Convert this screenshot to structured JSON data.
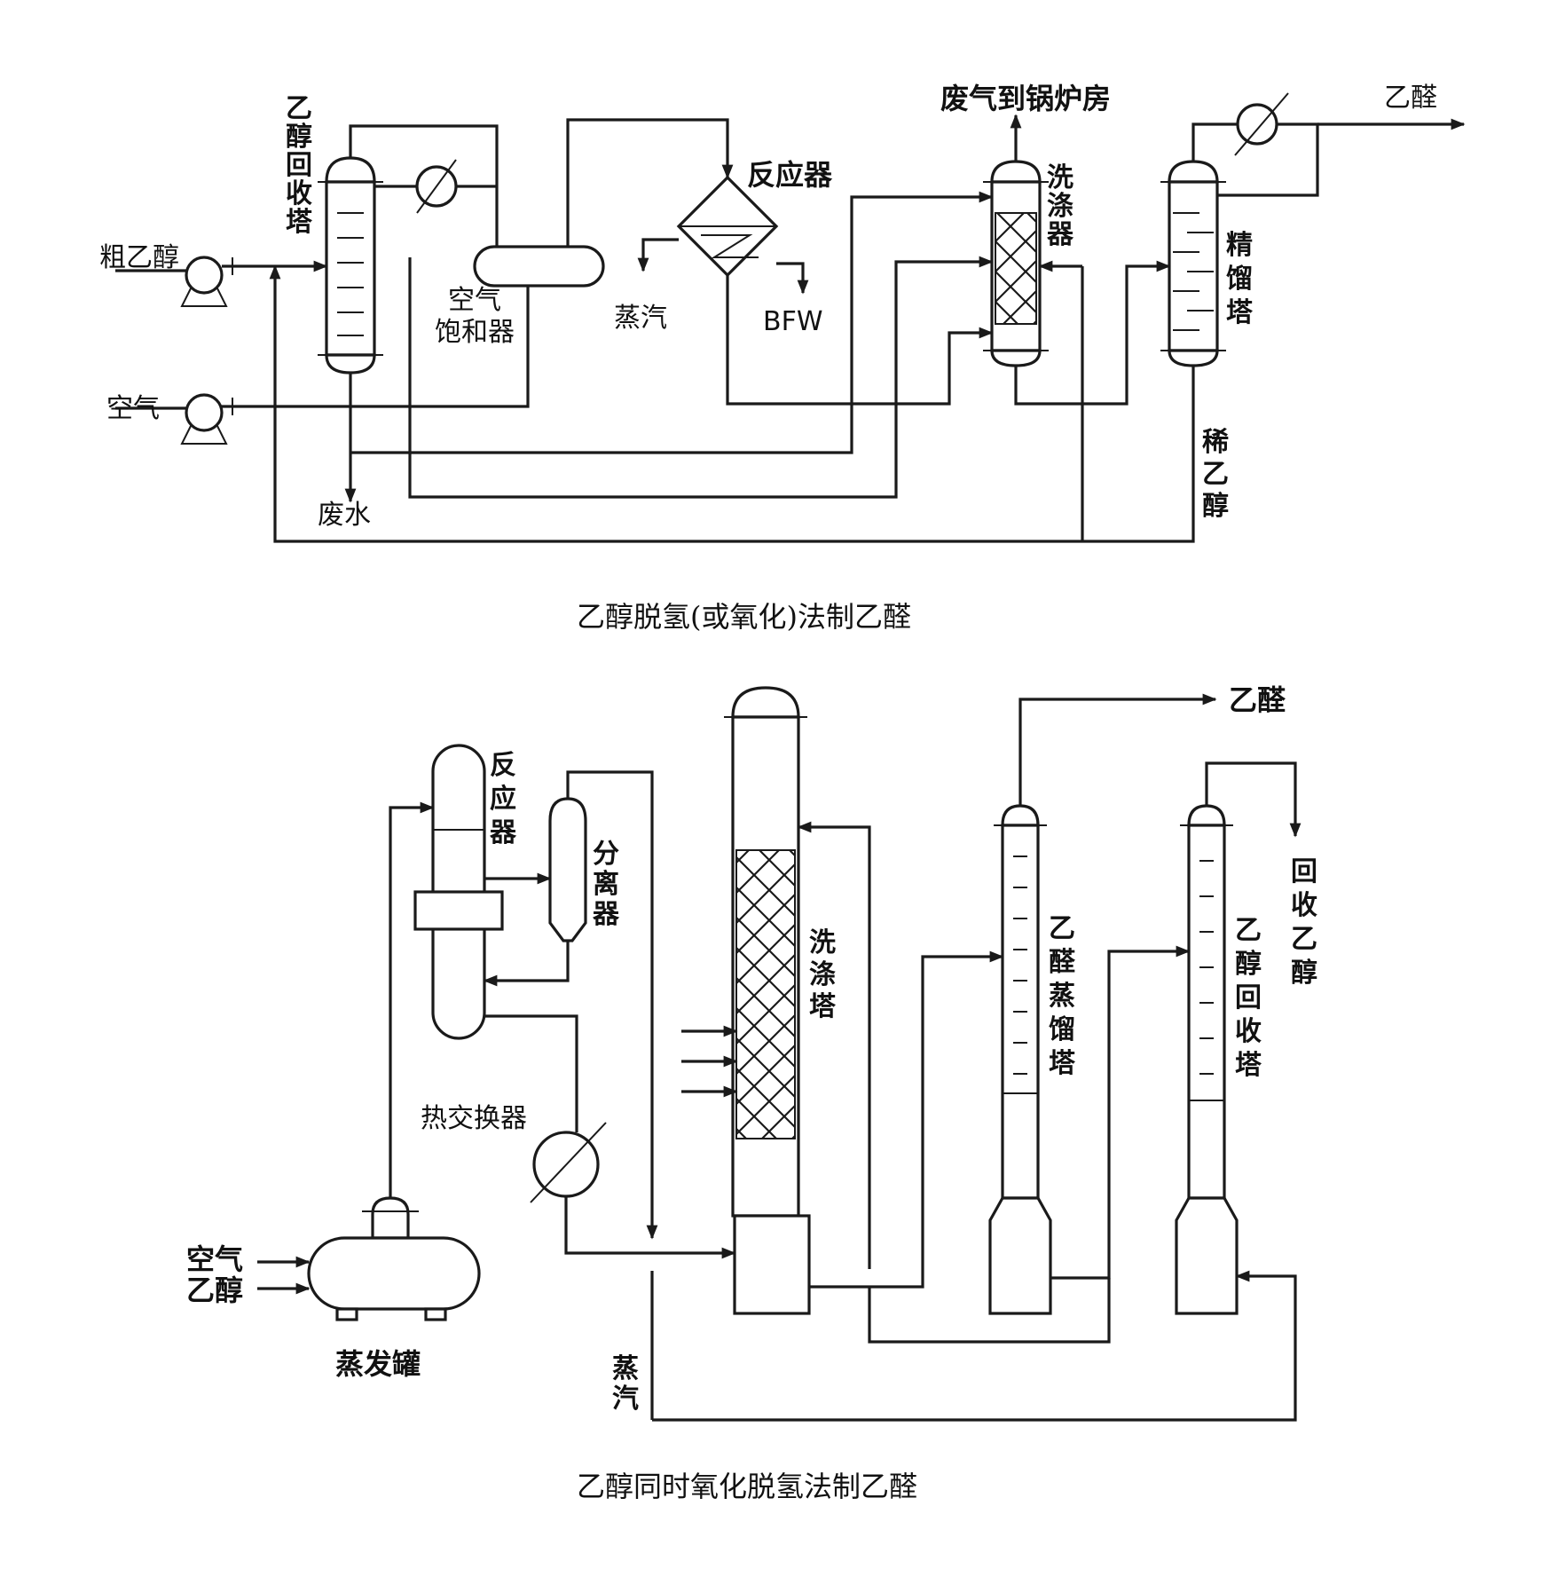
{
  "top": {
    "caption": "乙醇脱氢(或氧化)法制乙醛",
    "labels": {
      "recovery_column": "乙醇回收塔",
      "crude_ethanol": "粗乙醇",
      "air": "空气",
      "saturator": [
        "空气",
        "饱和器"
      ],
      "reactor": "反应器",
      "steam": "蒸汽",
      "bfw": "BFW",
      "offgas": "废气到锅炉房",
      "scrubber": "洗涤器",
      "rectifier": "精馏塔",
      "product": "乙醛",
      "dilute_ethanol": "稀乙醇",
      "waste_water": "废水"
    }
  },
  "bottom": {
    "caption": "乙醇同时氧化脱氢法制乙醛",
    "labels": {
      "reactor": "反应器",
      "separator": "分离器",
      "heat_exchanger": "热交换器",
      "scrub_tower": "洗涤塔",
      "acet_column": "乙醛蒸馏塔",
      "recovery_column": "乙醇回收塔",
      "product": "乙醛",
      "recovered_ethanol": "回收乙醇",
      "air": "空气",
      "ethanol": "乙醇",
      "evaporator": "蒸发罐",
      "steam": "蒸汽"
    }
  }
}
